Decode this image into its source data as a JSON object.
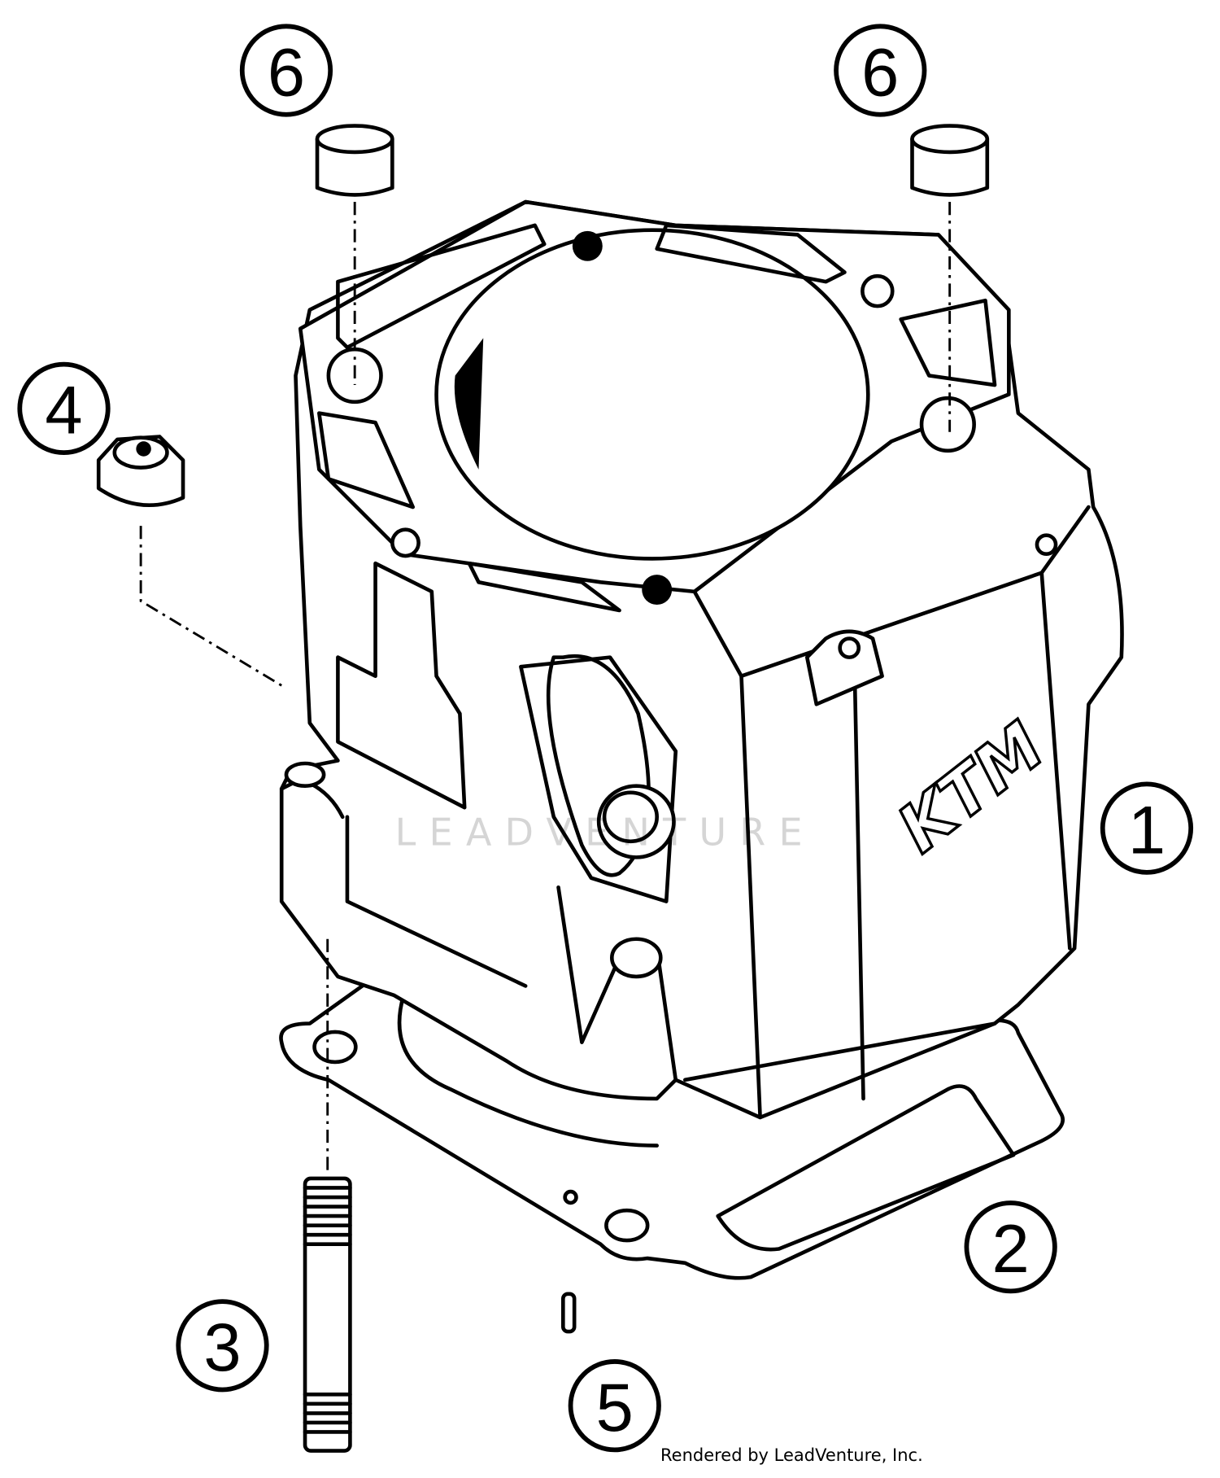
{
  "diagram": {
    "callouts": [
      {
        "id": "6a",
        "label": "6"
      },
      {
        "id": "6b",
        "label": "6"
      },
      {
        "id": "4",
        "label": "4"
      },
      {
        "id": "1",
        "label": "1"
      },
      {
        "id": "2",
        "label": "2"
      },
      {
        "id": "3",
        "label": "3"
      },
      {
        "id": "5",
        "label": "5"
      }
    ],
    "logo_text": "KTM",
    "watermark": "LEADVENTURE"
  },
  "footer": {
    "text": "Rendered by LeadVenture, Inc."
  }
}
